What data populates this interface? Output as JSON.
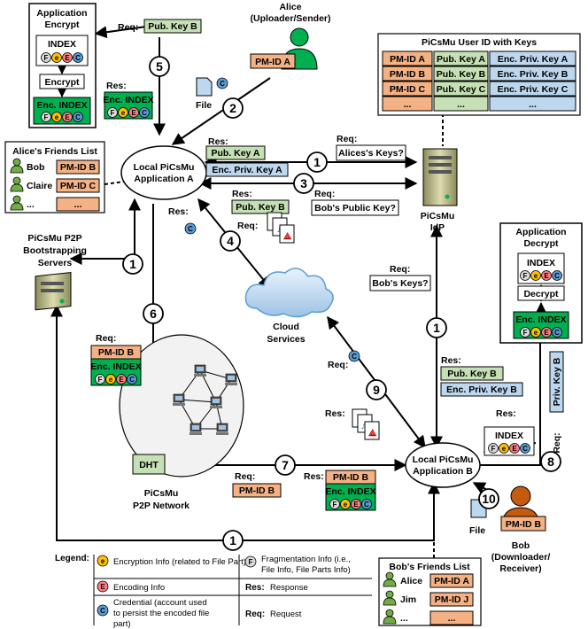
{
  "app_encrypt": {
    "title1": "Application",
    "title2": "Encrypt",
    "index": "INDEX",
    "encrypt": "Encrypt",
    "enc_index": "Enc. INDEX"
  },
  "app_decrypt": {
    "title1": "Application",
    "title2": "Decrypt",
    "index": "INDEX",
    "decrypt": "Decrypt",
    "enc_index": "Enc. INDEX"
  },
  "alice": {
    "name": "Alice",
    "role": "(Uploader/Sender)",
    "pmid": "PM-ID A"
  },
  "bob": {
    "name": "Bob",
    "role1": "(Downloader/",
    "role2": "Receiver)",
    "pmid": "PM-ID B"
  },
  "file_label": "File",
  "req": "Req:",
  "res": "Res:",
  "pub_key_a": "Pub. Key A",
  "pub_key_b": "Pub. Key B",
  "enc_priv_key_a": "Enc. Priv. Key A",
  "enc_priv_key_b": "Enc. Priv. Key B",
  "priv_key_b": "Priv. Key B",
  "alices_keys": "Alices's Keys?",
  "bobs_public_key": "Bob's Public Key?",
  "bobs_keys": "Bob's Keys?",
  "enc_index": "Enc. INDEX",
  "index": "INDEX",
  "pmid_b": "PM-ID B",
  "local_app_a": [
    "Local PiCsMu",
    "Application A"
  ],
  "local_app_b": [
    "Local PiCsMu",
    "Application B"
  ],
  "idp": [
    "PiCsMu",
    "IdP"
  ],
  "cloud": [
    "Cloud",
    "Services"
  ],
  "p2p_net": [
    "PiCsMu",
    "P2P Network"
  ],
  "bootstrap": [
    "PiCsMu P2P",
    "Bootstrapping",
    "Servers"
  ],
  "dht": "DHT",
  "user_table": {
    "title": "PiCsMu User ID with Keys",
    "rows": [
      [
        "PM-ID A",
        "Pub. Key A",
        "Enc. Priv. Key A"
      ],
      [
        "PM-ID B",
        "Pub. Key B",
        "Enc. Priv. Key B"
      ],
      [
        "PM-ID C",
        "Pub. Key C",
        "Enc. Priv. Key C"
      ],
      [
        "...",
        "...",
        "..."
      ]
    ]
  },
  "alice_friends": {
    "title": "Alice's Friends List",
    "rows": [
      [
        "Bob",
        "PM-ID B"
      ],
      [
        "Claire",
        "PM-ID C"
      ],
      [
        "...",
        "..."
      ]
    ]
  },
  "bob_friends": {
    "title": "Bob's Friends List",
    "rows": [
      [
        "Alice",
        "PM-ID A"
      ],
      [
        "Jim",
        "PM-ID J"
      ],
      [
        "...",
        "..."
      ]
    ]
  },
  "steps": [
    "1",
    "2",
    "3",
    "4",
    "5",
    "6",
    "7",
    "8",
    "9",
    "10"
  ],
  "badges": {
    "F": "F",
    "e": "e",
    "E": "E",
    "C": "C"
  },
  "legend": {
    "title": "Legend:",
    "e_text": "Encryption Info (related to File Part)",
    "f_text1": "Fragmentation Info (i.e.,",
    "f_text2": "File Info, File Parts Info)",
    "E_text": "Encoding Info",
    "c_text1": "Credential (account used",
    "c_text2": "to persist the encoded file",
    "c_text3": "part)",
    "res_key": "Res:",
    "res_text": "Response",
    "req_key": "Req:",
    "req_text": "Request"
  },
  "colors": {
    "pmid": "#f4b183",
    "pubkey": "#c5e0b4",
    "privkey": "#bdd7ee",
    "green": "#00b050",
    "person": "#70ad47",
    "badge_f": "#d9d9d9",
    "badge_e": "#ffc000",
    "badge_E": "#ff7c80",
    "badge_C": "#5b9bd5"
  }
}
